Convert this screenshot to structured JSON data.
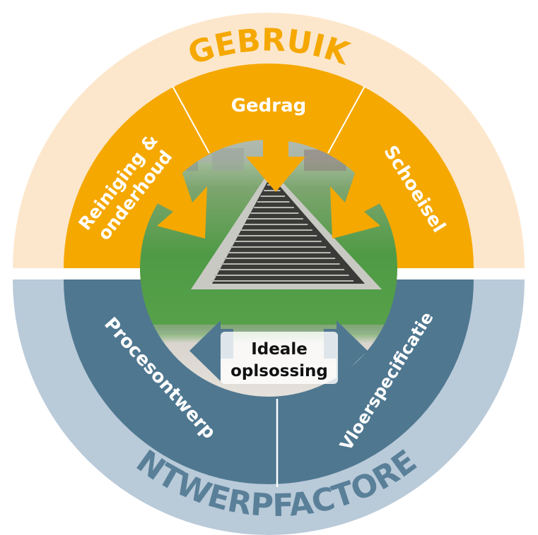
{
  "colors": {
    "top_outer": "#fde7cc",
    "top_inner": "#f5a800",
    "top_outer_text": "#f5a800",
    "bottom_outer": "#b9cad9",
    "bottom_inner": "#4f7790",
    "bottom_outer_text": "#5a8099",
    "center_photo_green": "#4f9a45",
    "divider": "#ffffff"
  },
  "top_ring": {
    "label": "GEBRUIK",
    "segments": [
      {
        "lines": [
          "Reiniging &",
          "onderhoud"
        ]
      },
      {
        "lines": [
          "Gedrag"
        ]
      },
      {
        "lines": [
          "Schoeisel"
        ]
      }
    ]
  },
  "bottom_ring": {
    "label": "ONTWERPFACTOREN",
    "segments": [
      {
        "lines": [
          "Procesontwerp"
        ]
      },
      {
        "lines": [
          "Vloerspecificatie"
        ]
      }
    ]
  },
  "center": {
    "line1": "Ideale",
    "line2": "oplsossing",
    "photo_icon": "floor-drain-photo"
  }
}
